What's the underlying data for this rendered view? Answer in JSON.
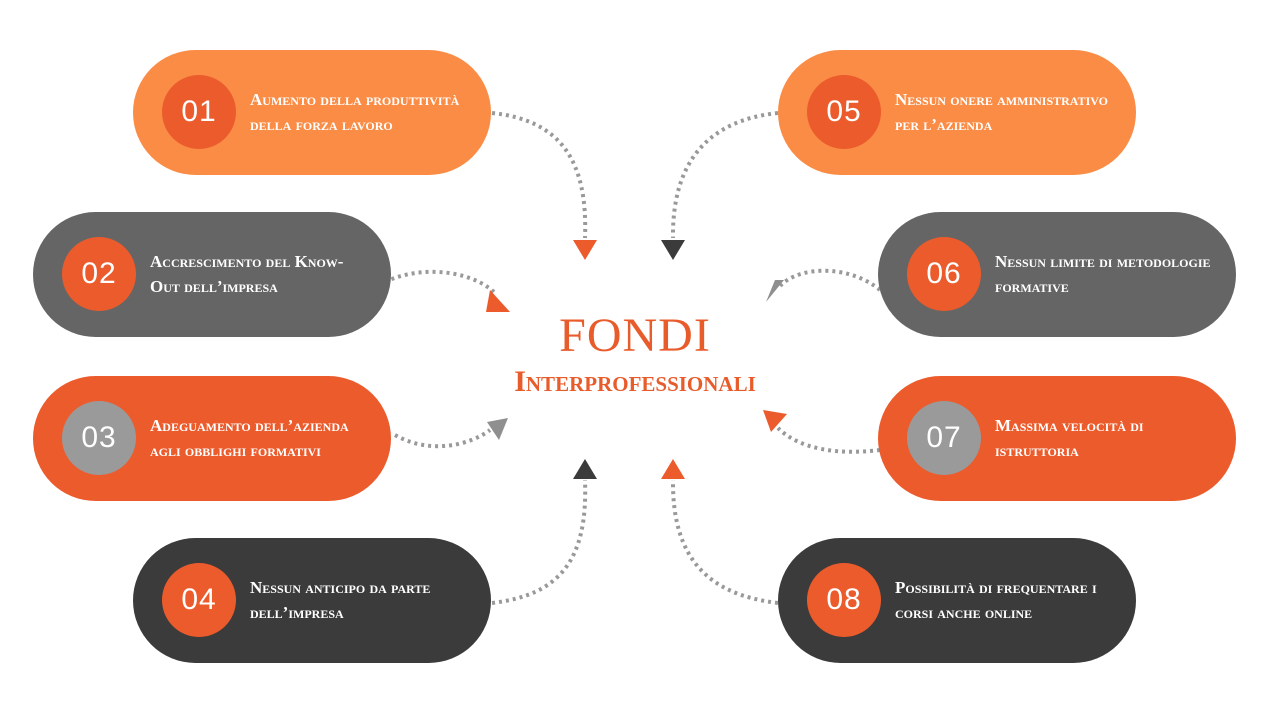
{
  "title": {
    "line1": "FONDI",
    "line2": "Interprofessionali"
  },
  "items": [
    {
      "number": "01",
      "text": "Aumento della produttività della forza lavoro"
    },
    {
      "number": "02",
      "text": "Accrescimento del Know-Out dell’impresa"
    },
    {
      "number": "03",
      "text": "Adeguamento dell’azienda agli obblighi formativi"
    },
    {
      "number": "04",
      "text": "Nessun anticipo da parte dell’impresa"
    },
    {
      "number": "05",
      "text": "Nessun onere amministrativo per l’azienda"
    },
    {
      "number": "06",
      "text": "Nessun limite di metodologie formative"
    },
    {
      "number": "07",
      "text": "Massima velocità di istruttoria"
    },
    {
      "number": "08",
      "text": "Possibilità di frequentare i corsi anche online"
    }
  ],
  "colors": {
    "light_orange": "#fa8c45",
    "dark_orange": "#ec5b2b",
    "grey": "#656565",
    "dark": "#3b3b3b",
    "circle_grey": "#9a9a9a"
  }
}
